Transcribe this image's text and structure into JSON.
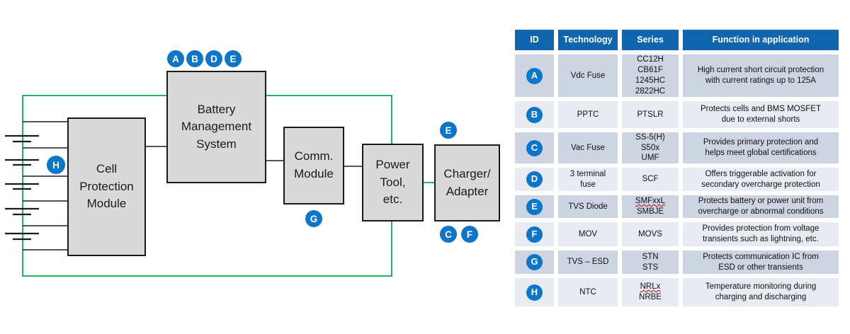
{
  "diagram": {
    "boxes": {
      "cell_protection": {
        "label": "Cell\nProtection\nModule"
      },
      "bms": {
        "label": "Battery\nManagement\nSystem"
      },
      "comm": {
        "label": "Comm.\nModule"
      },
      "power_tool": {
        "label": "Power\nTool,\netc."
      },
      "charger": {
        "label": "Charger/\nAdapter"
      }
    },
    "badges": {
      "bms_top": [
        "A",
        "B",
        "D",
        "E"
      ],
      "cell_protection_left": "H",
      "comm_bottom": "G",
      "charger_top": "E",
      "charger_bottom": [
        "C",
        "F"
      ]
    },
    "colors": {
      "circuit_green": "#00b050",
      "wire_black": "#1a1a1a",
      "box_fill": "#d9d9d9",
      "badge_blue": "#0e76c8"
    }
  },
  "table": {
    "headers": [
      "ID",
      "Technology",
      "Series",
      "Function in application"
    ],
    "colors": {
      "header_bg": "#1065af",
      "row_dark": "#cdd4e2",
      "row_light": "#e9ebf2"
    },
    "rows": [
      {
        "id": "A",
        "technology": "Vdc Fuse",
        "series": "CC12H\nCB61F\n1245HC\n2822HC",
        "function": "High current short circuit protection\nwith current ratings up to 125A"
      },
      {
        "id": "B",
        "technology": "PPTC",
        "series": "PTSLR",
        "function": "Protects cells and BMS MOSFET\ndue to external shorts"
      },
      {
        "id": "C",
        "technology": "Vac Fuse",
        "series": "SS-5(H)\nS50x\nUMF",
        "function": "Provides primary protection and\nhelps meet global certifications"
      },
      {
        "id": "D",
        "technology": "3 terminal\nfuse",
        "series": "SCF",
        "function": "Offers triggerable activation for\nsecondary overcharge protection"
      },
      {
        "id": "E",
        "technology": "TVS Diode",
        "series_lines": [
          {
            "text": "SMFxxL"
          },
          {
            "text": "SMBJE"
          }
        ],
        "function": "Protects battery or power unit from\novercharge or abnormal conditions"
      },
      {
        "id": "F",
        "technology": "MOV",
        "series": "MOVS",
        "function": "Provides protection from voltage\ntransients such as lightning, etc."
      },
      {
        "id": "G",
        "technology": "TVS – ESD",
        "series": "STN\nSTS",
        "function": "Protects communication IC from\nESD or other transients"
      },
      {
        "id": "H",
        "technology": "NTC",
        "series_lines": [
          {
            "text": "NRLx"
          },
          {
            "text": "NRBE"
          }
        ],
        "function": "Temperature monitoring during\ncharging and discharging"
      }
    ]
  }
}
